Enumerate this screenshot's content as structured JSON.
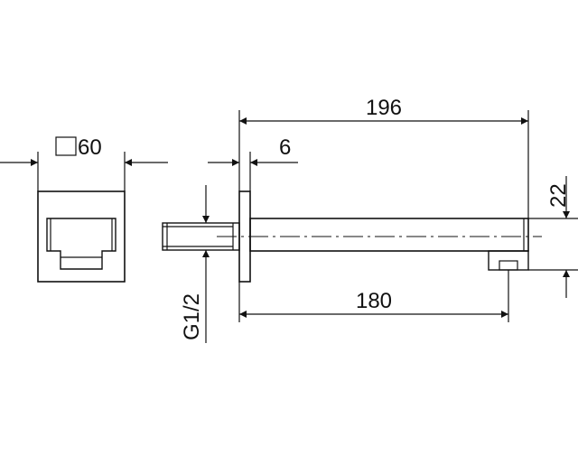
{
  "drawing": {
    "colors": {
      "line": "#111111",
      "background": "#ffffff"
    },
    "dimensions": {
      "overall_length": "196",
      "plate_thickness": "6",
      "spout_height": "22",
      "spout_reach": "180",
      "thread": "G1/2",
      "square_plate_size": "60"
    }
  }
}
